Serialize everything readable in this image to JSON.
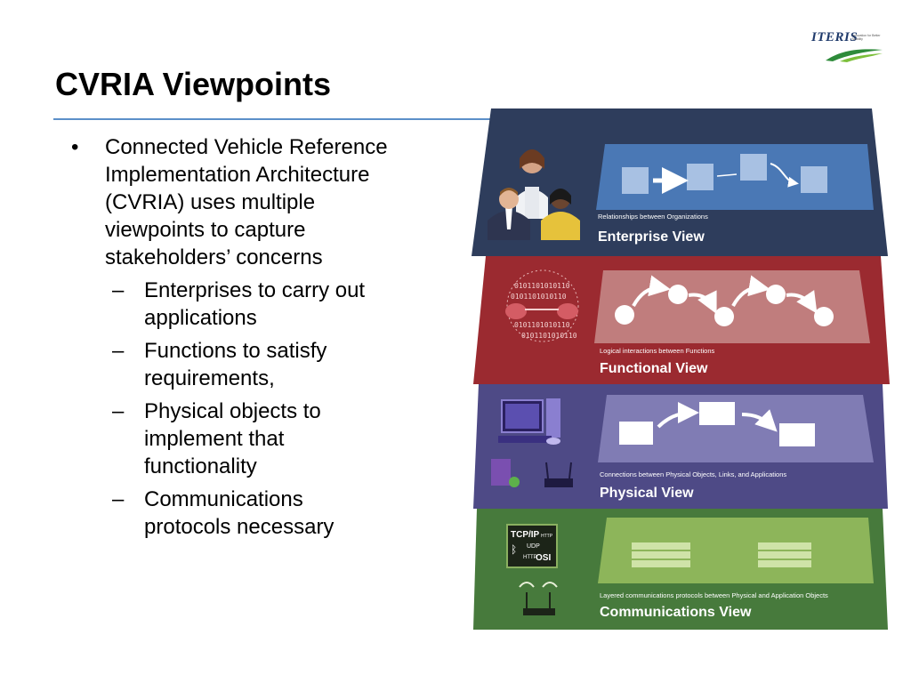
{
  "slide": {
    "title": "CVRIA Viewpoints",
    "logo_text": "ITERIS",
    "logo_tagline": "Innovation for Better Mobility"
  },
  "bullets": {
    "main": "Connected Vehicle Reference Implementation Architecture (CVRIA) uses multiple viewpoints to capture stakeholders’ concerns",
    "sub": [
      "Enterprises to carry out applications",
      "Functions to satisfy requirements,",
      "Physical objects to implement that functionality",
      "Communications protocols necessary"
    ]
  },
  "layers": [
    {
      "caption": "Relationships between Organizations",
      "name": "Enterprise View",
      "color": "#2e3d5c",
      "panel": "#4a78b5"
    },
    {
      "caption": "Logical interactions between Functions",
      "name": "Functional View",
      "color": "#9b2a30",
      "panel": "#c07d7d",
      "binary_text": "0101101010110"
    },
    {
      "caption": "Connections between Physical Objects, Links, and Applications",
      "name": "Physical View",
      "color": "#4e4a86",
      "panel": "#807cb4"
    },
    {
      "caption": "Layered communications protocols between Physical and Application Objects",
      "name": "Communications View",
      "color": "#477a3c",
      "panel": "#8db55a",
      "protocol_labels": [
        "TCP/IP",
        "HTTP",
        "UDP",
        "HTTP",
        "OSI"
      ]
    }
  ]
}
